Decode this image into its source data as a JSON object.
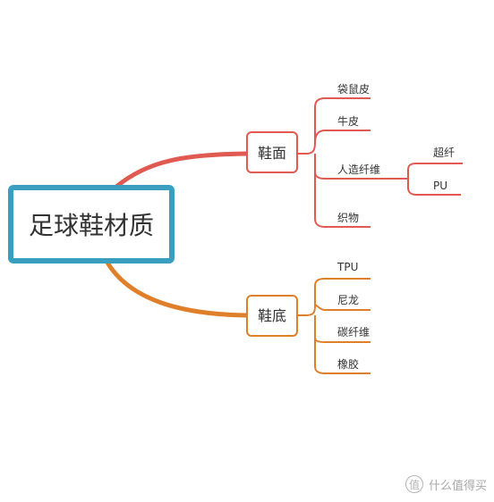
{
  "mindmap": {
    "root": "足球鞋材质",
    "colors": {
      "root_border": "#3a9fbf",
      "branch_upper": "#e05a52",
      "branch_lower": "#e07f2a",
      "text": "#333333"
    },
    "upper": {
      "label": "鞋面",
      "children": [
        "袋鼠皮",
        "牛皮",
        "人造纤维",
        "织物"
      ],
      "subchildren": [
        "超纤",
        "PU"
      ]
    },
    "lower": {
      "label": "鞋底",
      "children": [
        "TPU",
        "尼龙",
        "碳纤维",
        "橡胶"
      ]
    }
  },
  "watermark": {
    "text": "什么值得买",
    "icon": "value-icon"
  }
}
